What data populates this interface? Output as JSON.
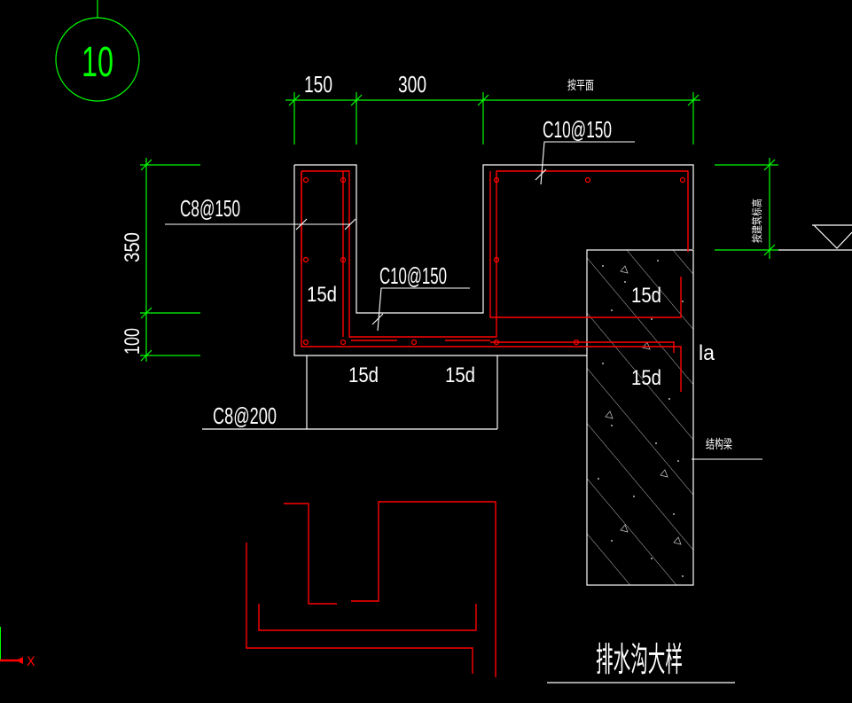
{
  "drawing": {
    "detail_number": "10",
    "title": "排水沟大样",
    "dimensions": {
      "top": [
        "150",
        "300",
        "按平面"
      ],
      "left": [
        "350",
        "100"
      ],
      "right_elevation_note": "按建筑标高"
    },
    "rebar_labels": {
      "top_right": "C10@150",
      "left_wall": "C8@150",
      "middle": "C10@150",
      "bottom": "C8@200"
    },
    "anchorage": {
      "left_wall": "15d",
      "bottom_left": "15d",
      "bottom_middle": "15d",
      "beam_upper": "15d",
      "beam_lower": "15d",
      "la": "la"
    },
    "beam_label": "结构梁",
    "axis_label": "X"
  },
  "colors": {
    "background": "#000000",
    "outline": "#ffffff",
    "dimension": "#00ff00",
    "rebar": "#ff0000",
    "axis": "#ff0000"
  }
}
